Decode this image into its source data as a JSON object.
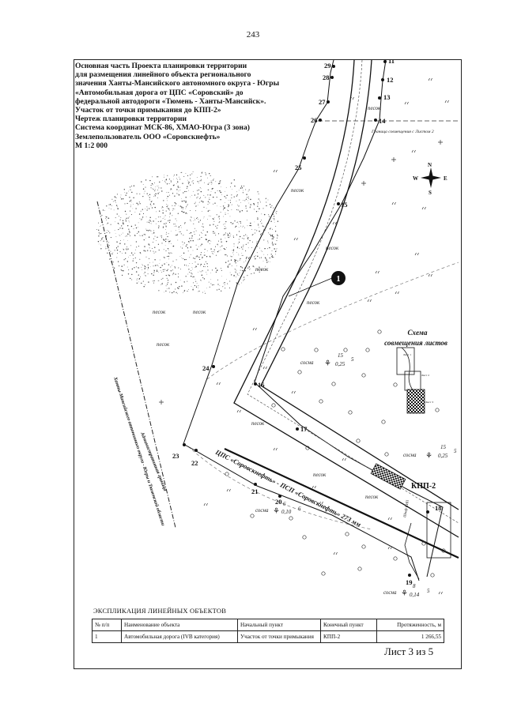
{
  "page_number": "243",
  "title_lines": [
    "Основная часть Проекта планировки территории",
    "для размещения линейного объекта регионального",
    "значения Ханты-Мансийского автономного округа - Югры",
    "«Автомобильная дорога от ЦПС «Соровский» до",
    "федеральной автодороги «Тюмень - Ханты-Мансийск».",
    "Участок от точки примыкания до КПП-2»",
    "Чертеж планировки территории",
    "Система координат МСК-86, ХМАО-Югра (3 зона)",
    "Землепользователь ООО «Соровскнефть»",
    "М 1:2 000"
  ],
  "map": {
    "point_labels": {
      "p29": "29",
      "p28": "28",
      "p27": "27",
      "p26": "26",
      "p25": "25",
      "p24": "24",
      "p23": "23",
      "p22": "22",
      "p21": "21",
      "p20": "20",
      "p19": "19",
      "p18": "18",
      "p17": "17",
      "p16": "16",
      "p15": "15",
      "p14": "14",
      "p13": "13",
      "p12": "12",
      "p11": "11"
    },
    "sand": "песок",
    "pine": "сосна",
    "tree1": {
      "top": "15",
      "bottom": "0,25",
      "side": "5"
    },
    "tree2": {
      "top": "15",
      "bottom": "0,25",
      "side": "5"
    },
    "tree3": {
      "top": "6",
      "bottom": "0,10",
      "side": "6"
    },
    "tree4": {
      "top": "8",
      "bottom": "0,14",
      "side": "5"
    },
    "border_note": "Граница совмещения с Листом 2",
    "callout": "1",
    "compass": {
      "n": "N",
      "s": "S",
      "w": "W",
      "e": "E"
    },
    "scheme_title": [
      "Схема",
      "совмещения листов"
    ],
    "scheme_sheets": [
      "Лист 1",
      "Лист 2",
      "Лист 3"
    ],
    "kpp": "КПП-2",
    "pipeline": "ЦПС «Соровскнефть» - ПСП «Соровскнефть» 273 мм",
    "small_label": "Шкаф КИП",
    "admin_border": [
      "Административная граница",
      "Ханты-Мансийского автономного округа - Югры и Тюменской области"
    ]
  },
  "explication": {
    "title": "ЭКСПЛИКАЦИЯ ЛИНЕЙНЫХ ОБЪЕКТОВ",
    "headers": [
      "№ п/п",
      "Наименование объекта",
      "Начальный пункт",
      "Конечный пункт",
      "Протяженность, м"
    ],
    "rows": [
      [
        "1",
        "Автомобильная дорога (IVB категория)",
        "Участок от точки примыкания",
        "КПП-2",
        "1 266,55"
      ]
    ]
  },
  "sheet": {
    "label": "Лист",
    "number": "3",
    "of": "из",
    "total": "5"
  }
}
